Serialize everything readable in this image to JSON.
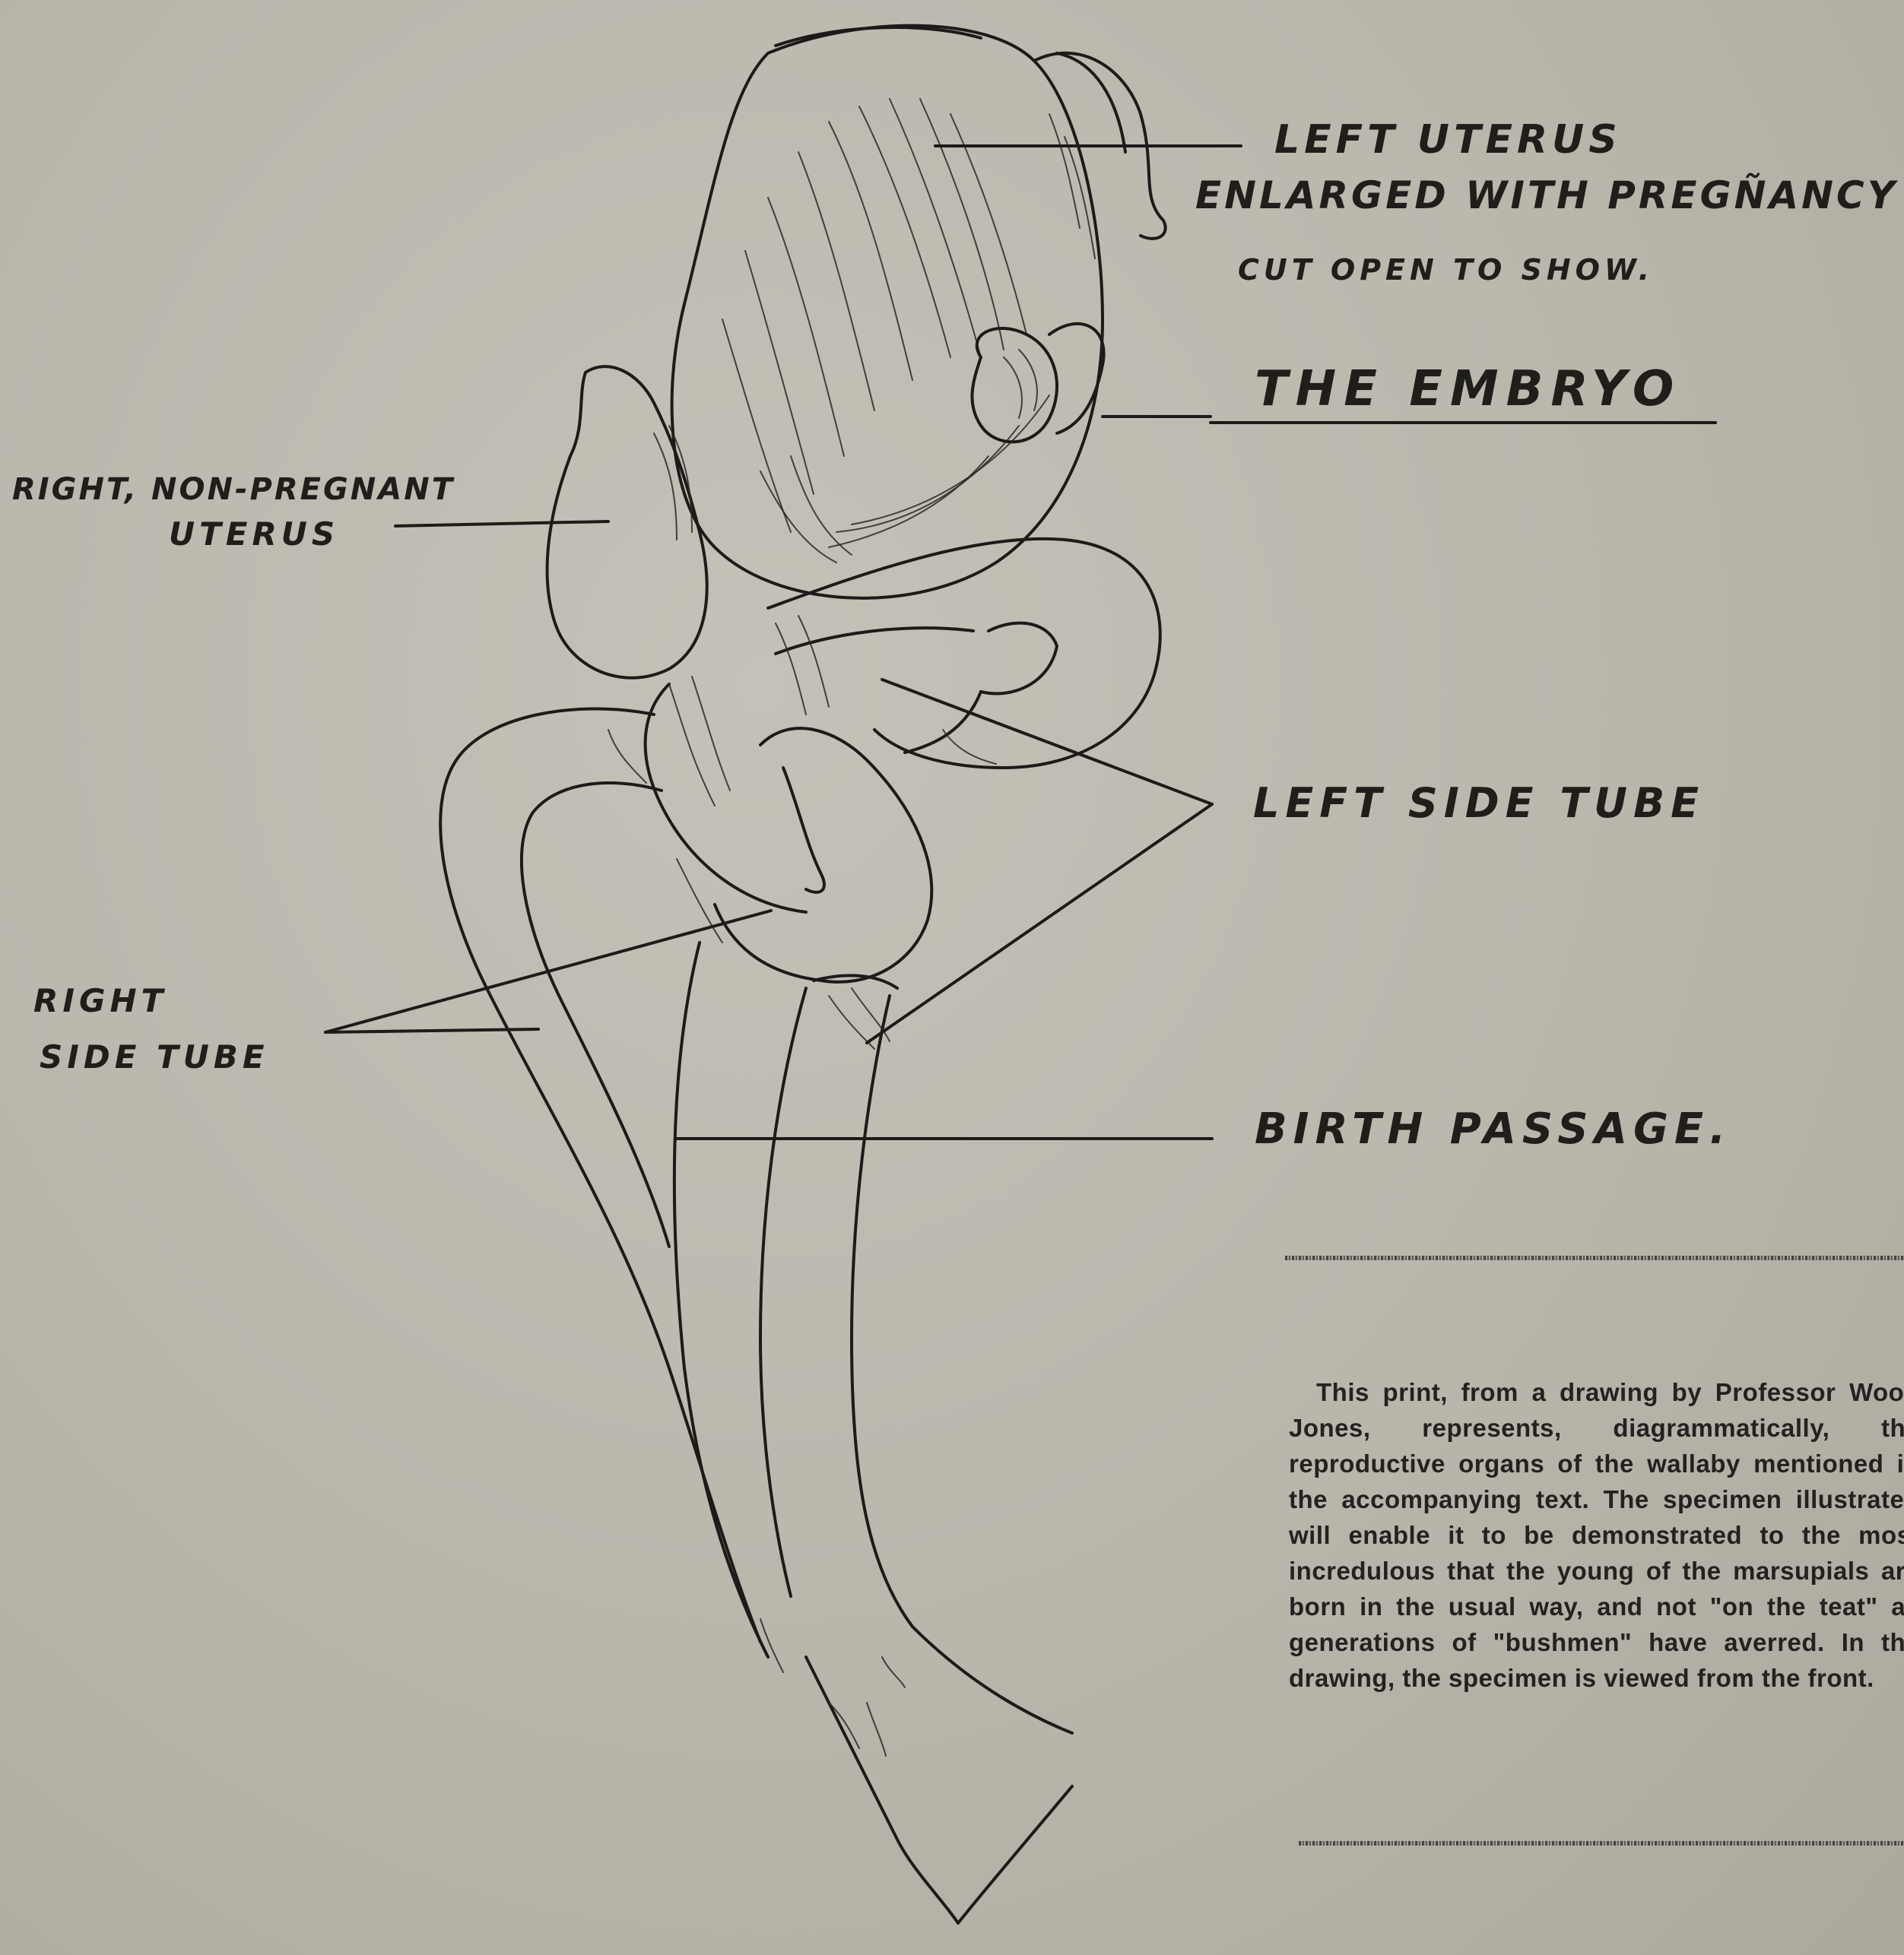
{
  "labels": {
    "left_uterus": "LEFT UTERUS",
    "enlarged": "ENLARGED WITH PREGÑANCY",
    "cut_open": "CUT OPEN TO SHOW.",
    "embryo": "THE EMBRYO",
    "right_uterus_line1": "RIGHT, NON-PREGNANT",
    "right_uterus_line2": "UTERUS",
    "left_side_tube": "LEFT SIDE TUBE",
    "right_side_tube_line1": "RIGHT",
    "right_side_tube_line2": "SIDE TUBE",
    "birth_passage": "BIRTH PASSAGE."
  },
  "caption": "This print, from a drawing by Professor Wood Jones, represents, diagrammatically, the reproductive organs of the wallaby mentioned in the accompanying text. The specimen illustrated will enable it to be demonstrated to the most incredulous that the young of the marsupials are born in the usual way, and not \"on the teat\" as generations of \"bushmen\" have averred. In the drawing, the specimen is viewed from the front.",
  "colors": {
    "paper": "#bab6ac",
    "ink": "#1c1b19"
  }
}
